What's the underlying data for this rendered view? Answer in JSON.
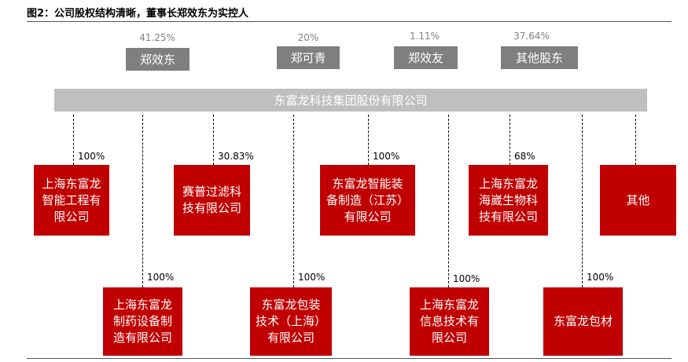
{
  "title": "图2：公司股权结构清晰，董事长郑效东为实控人",
  "shareholders": [
    {
      "name": "郑效东",
      "pct": "41.25%"
    },
    {
      "name": "郑可青",
      "pct": "20%"
    },
    {
      "name": "郑效友",
      "pct": "1.11%"
    },
    {
      "name": "其他股东",
      "pct": "37.64%"
    }
  ],
  "parent": "东富龙科技集团股份有限公司",
  "subsidiaries_top": [
    {
      "name": "上海东富龙\n智能工程有\n限公司",
      "pct": "100%"
    },
    {
      "name": "赛普过滤科\n技有限公司",
      "pct": "30.83%"
    },
    {
      "name": "东富龙智能装\n备制造（江苏）\n有限公司",
      "pct": "100%"
    },
    {
      "name": "上海东富龙\n海崴生物科\n技有限公司",
      "pct": "68%"
    },
    {
      "name": "其他",
      "pct": ""
    }
  ],
  "subsidiaries_bottom": [
    {
      "name": "上海东富龙\n制药设备制\n造有限公司",
      "pct": "100%"
    },
    {
      "name": "东富龙包装\n技术（上海）\n有限公司",
      "pct": "100%"
    },
    {
      "name": "上海东富龙\n信息技术有\n限公司",
      "pct": "100%"
    },
    {
      "name": "东富龙包材",
      "pct": "100%"
    }
  ],
  "colors": {
    "shareholder": "#7f7f7f",
    "parent": "#bfbfbf",
    "subsidiary": "#c00000"
  }
}
